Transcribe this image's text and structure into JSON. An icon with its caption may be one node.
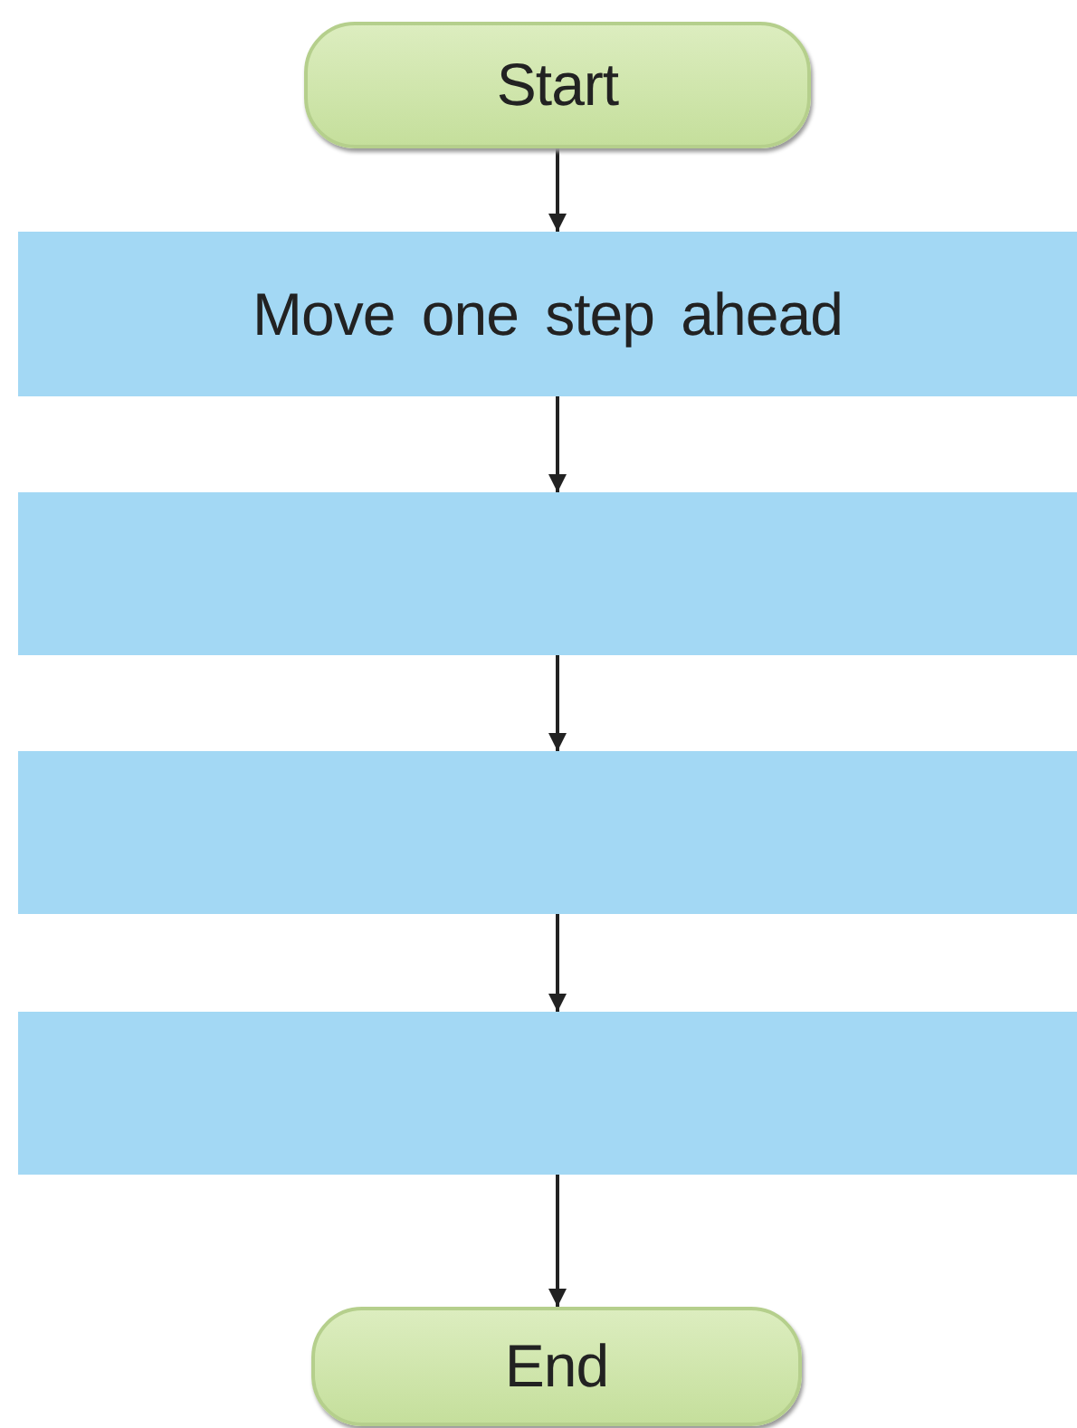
{
  "diagram": {
    "nodes": [
      {
        "text": [
          "Start"
        ]
      },
      {
        "text": [
          "Move one step ahead"
        ]
      },
      {
        "text": [],
        "shape": "box"
      },
      {
        "text": [],
        "shape": "box"
      },
      {
        "text": [],
        "shape": "box"
      },
      {
        "text": [
          "End"
        ]
      }
    ],
    "edges": [
      {
        "from": 0,
        "to": 1,
        "arrow": "to"
      },
      {
        "from": 1,
        "to": 2,
        "arrow": "to"
      },
      {
        "from": 2,
        "to": 3,
        "arrow": "to"
      },
      {
        "from": 3,
        "to": 4,
        "arrow": "to"
      },
      {
        "from": 4,
        "to": 5,
        "arrow": "to"
      }
    ]
  }
}
